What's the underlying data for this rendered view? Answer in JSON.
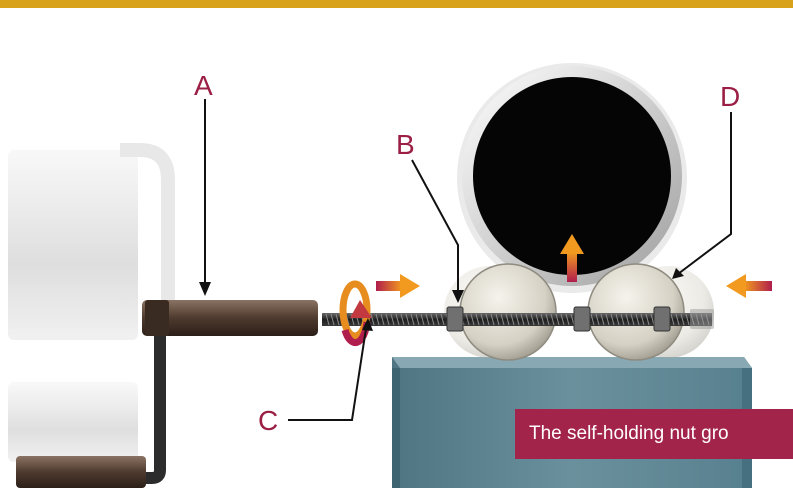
{
  "labels": {
    "a": "A",
    "b": "B",
    "c": "C",
    "d": "D"
  },
  "caption": "The self-holding nut gro",
  "colors": {
    "top_bar": "#d9a21b",
    "label": "#9b1f45",
    "caption_bg": "#a3244b",
    "pipe": "#050505",
    "base": "#5f8491",
    "arrow_start": "#b01e4d",
    "arrow_end": "#f29a1f"
  }
}
